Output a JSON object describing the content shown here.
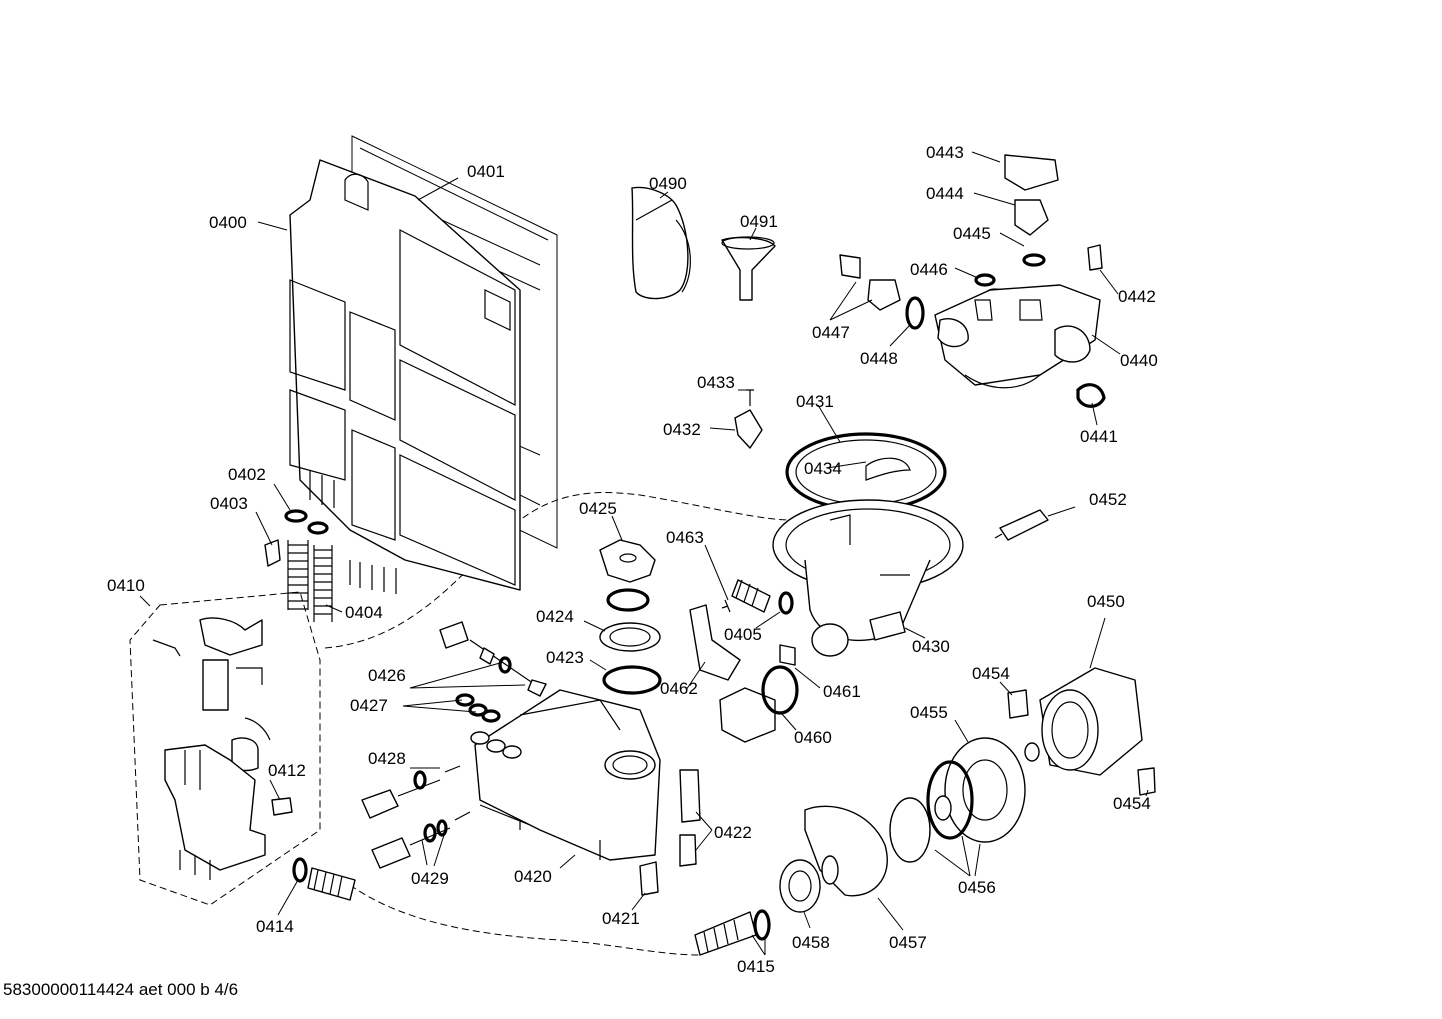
{
  "drawing": {
    "footer_code": "58300000114424 aet 000 b 4/6"
  },
  "part_labels": [
    "0400",
    "0401",
    "0402",
    "0403",
    "0404",
    "0405",
    "0410",
    "0412",
    "0414",
    "0415",
    "0420",
    "0421",
    "0422",
    "0423",
    "0424",
    "0425",
    "0426",
    "0427",
    "0428",
    "0429",
    "0430",
    "0431",
    "0432",
    "0433",
    "0434",
    "0440",
    "0441",
    "0442",
    "0443",
    "0444",
    "0445",
    "0446",
    "0447",
    "0448",
    "0450",
    "0452",
    "0454",
    "0454",
    "0455",
    "0456",
    "0457",
    "0458",
    "0460",
    "0461",
    "0462",
    "0463",
    "0490",
    "0491"
  ]
}
